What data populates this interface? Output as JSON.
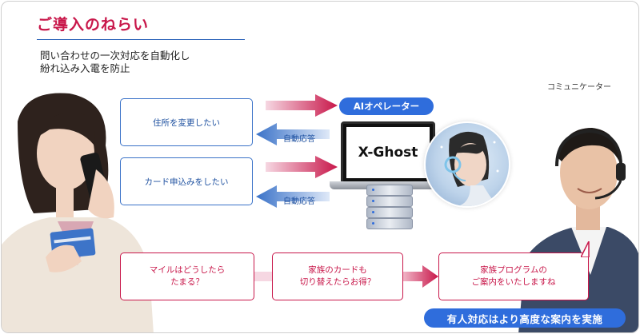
{
  "header": {
    "title": "ご導入のねらい",
    "subtitle_lines": [
      "問い合わせの一次対応を自動化し",
      "紛れ込み入電を防止"
    ]
  },
  "caller_requests": [
    "住所を変更したい",
    "カード申込みをしたい"
  ],
  "auto_response_label": "自動応答",
  "ai_operator_label": "AIオペレーター",
  "system_name": "X-Ghost",
  "communicator_label": "コミュニケーター",
  "conversation_flow": [
    [
      "マイルはどうしたら",
      "たまる？"
    ],
    [
      "家族のカードも",
      "切り替えたらお得？"
    ],
    [
      "家族プログラムの",
      "ご案内をいたしますね"
    ]
  ],
  "footer_message": "有人対応はより高度な案内を実施",
  "colors": {
    "accent_red": "#c8174a",
    "accent_blue": "#2f6ddc",
    "border_blue": "#3a72c8"
  },
  "icons": [
    "woman-caller-illustration",
    "laptop-icon",
    "server-stack-icon",
    "ai-operator-face",
    "communicator-illustration"
  ]
}
